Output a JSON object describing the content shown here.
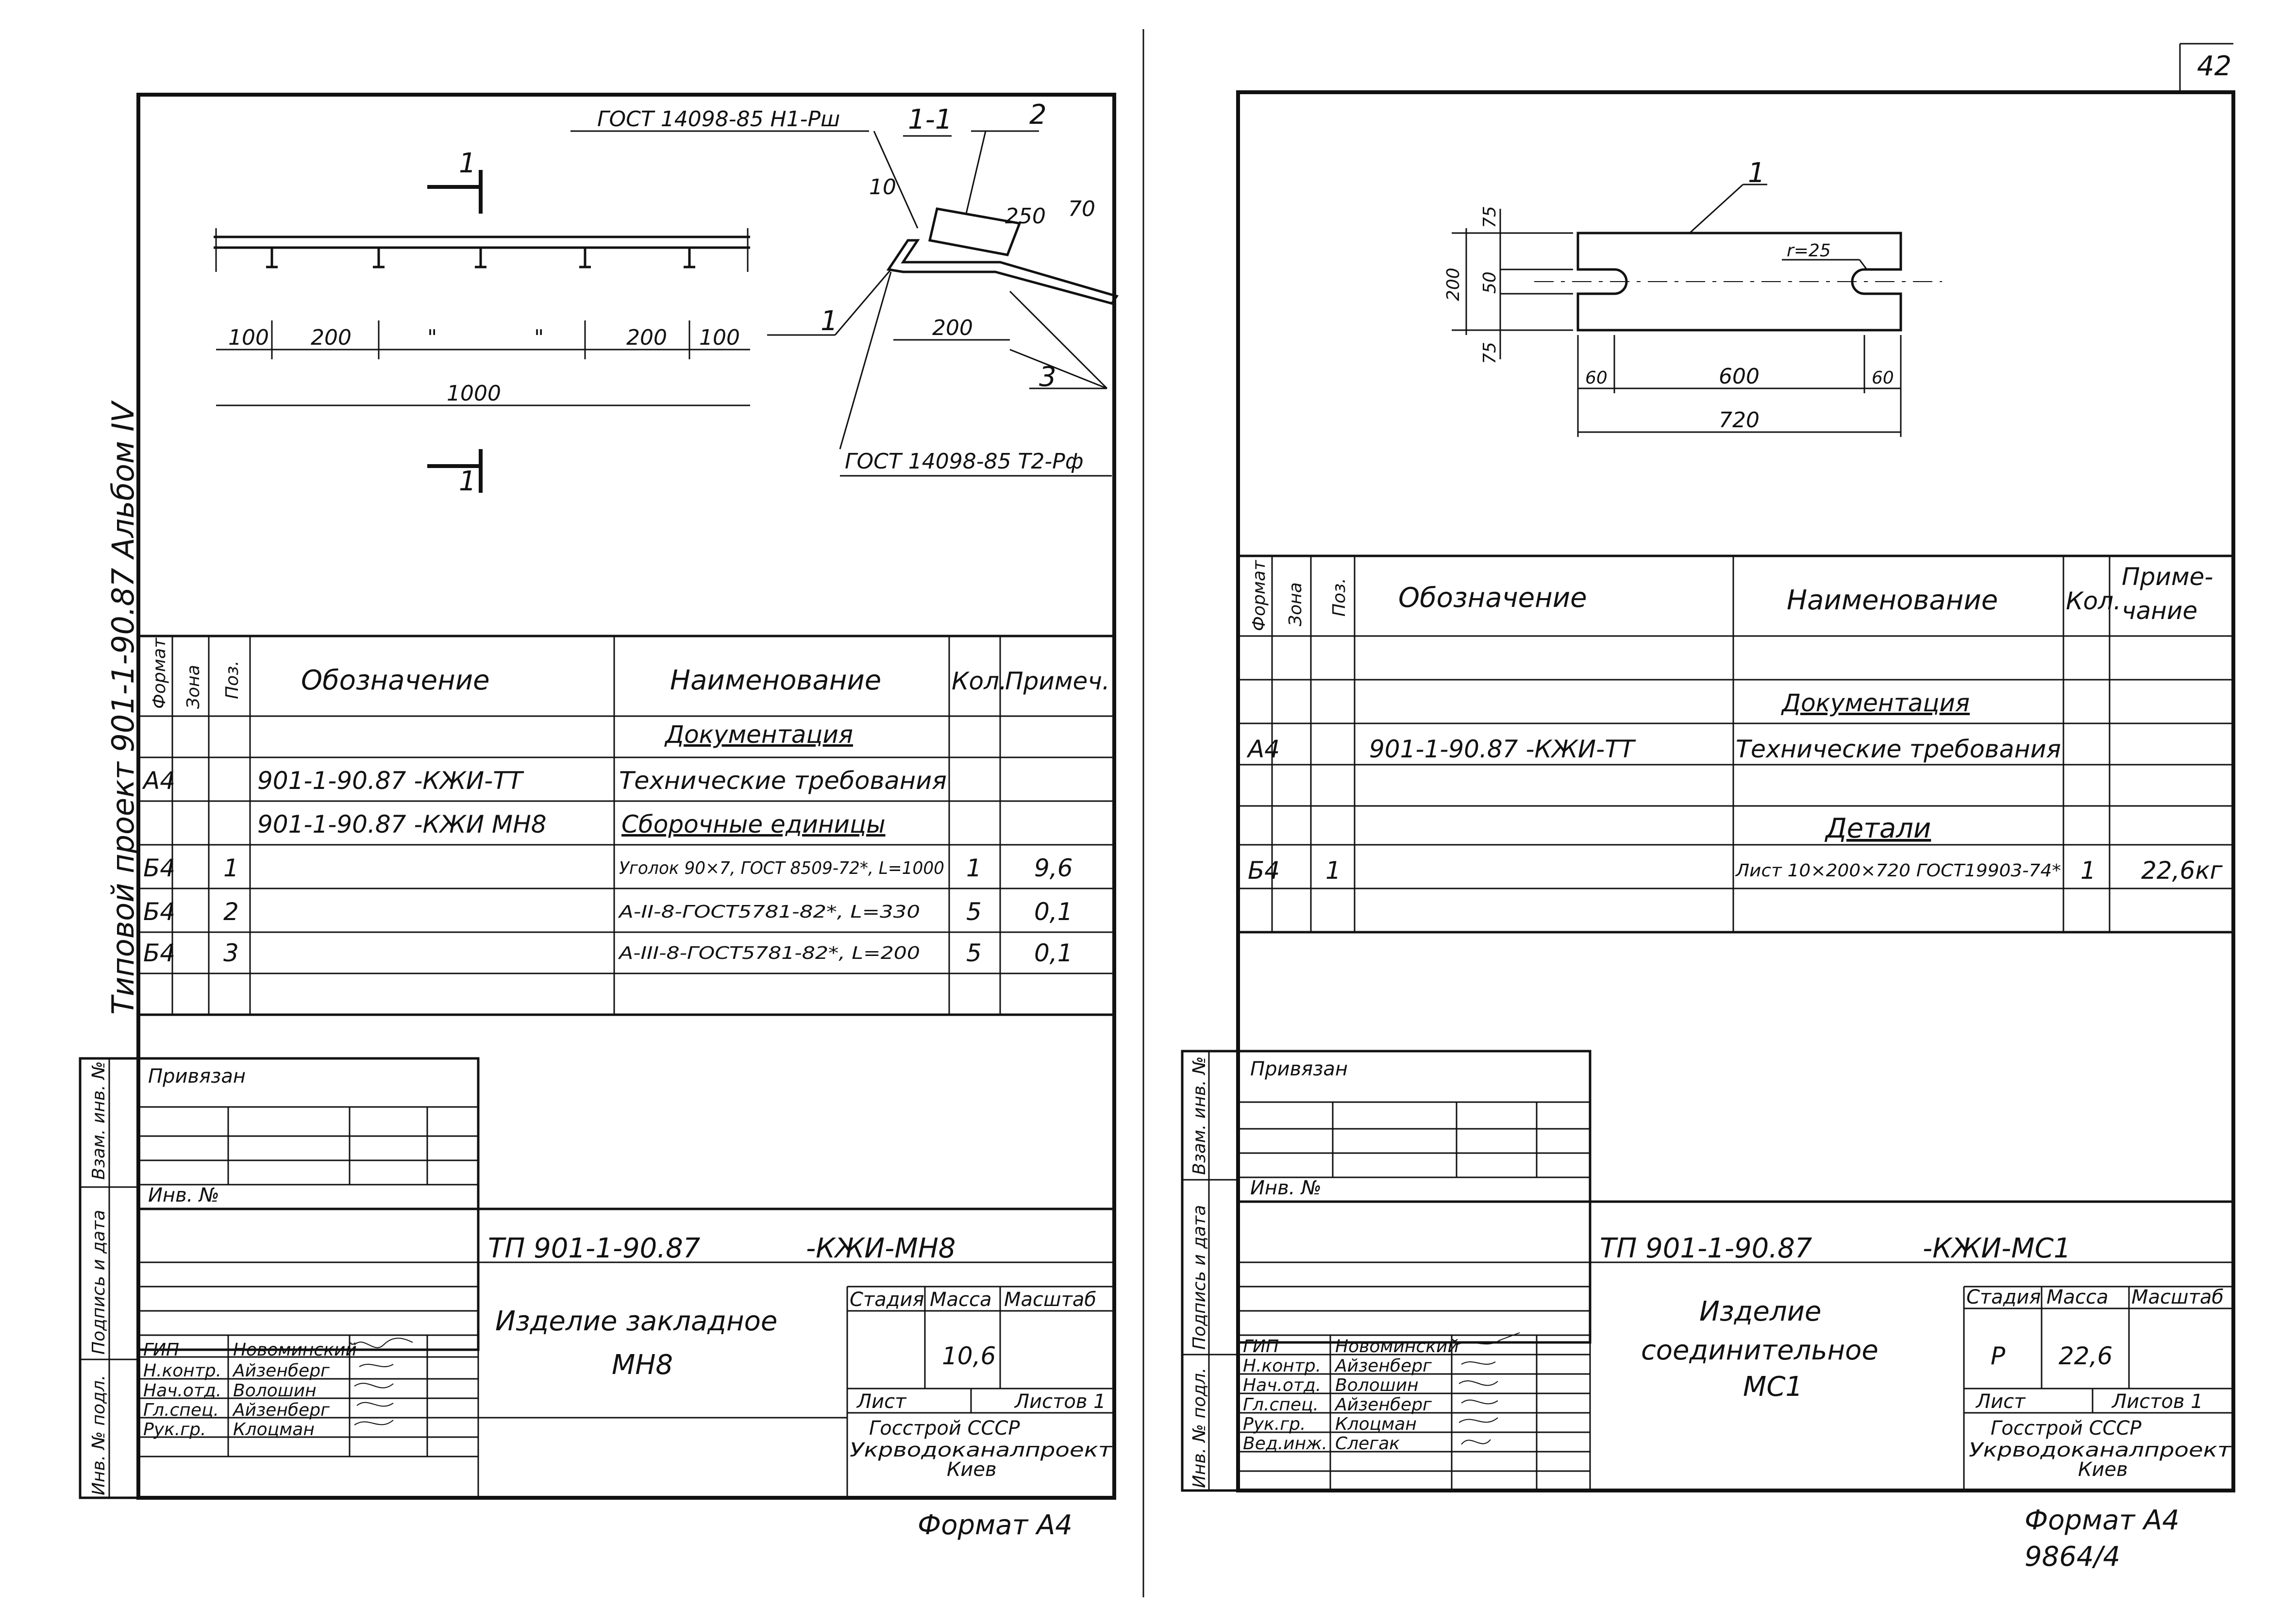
{
  "sheet_number": "42",
  "inventory_number": "9864/4",
  "left_sheet": {
    "side_title": "Типовой проект 901-1-90.87 Альбом IV",
    "drawing": {
      "section_mark": "1",
      "section_label": "1-1",
      "callout_top": "ГОСТ 14098-85 Н1-Рш",
      "callout_bottom": "ГОСТ 14098-85 Т2-Рф",
      "leader_1": "1",
      "leader_2": "2",
      "leader_3": "3",
      "dims": [
        "100",
        "200",
        "\"",
        "\"",
        "200",
        "100",
        "1000",
        "10",
        "250",
        "70",
        "200"
      ]
    },
    "spec_headers": {
      "format": "Формат",
      "zone": "Зона",
      "pos": "Поз.",
      "designation": "Обозначение",
      "name": "Наименование",
      "qty": "Кол.",
      "note": "Примеч."
    },
    "spec_rows": [
      {
        "format": "",
        "pos": "",
        "designation": "",
        "name": "Документация",
        "qty": "",
        "note": ""
      },
      {
        "format": "А4",
        "pos": "",
        "designation": "901-1-90.87 -КЖИ-ТТ",
        "name": "Технические требования",
        "qty": "",
        "note": ""
      },
      {
        "format": "",
        "pos": "",
        "designation": "901-1-90.87 -КЖИ МН8",
        "name": "Сборочные единицы",
        "qty": "",
        "note": ""
      },
      {
        "format": "Б4",
        "pos": "1",
        "designation": "",
        "name": "Уголок 90×7, ГОСТ 8509-72*, L=1000",
        "qty": "1",
        "note": "9,6"
      },
      {
        "format": "Б4",
        "pos": "2",
        "designation": "",
        "name": "А-II-8-ГОСТ5781-82*, L=330",
        "qty": "5",
        "note": "0,1"
      },
      {
        "format": "Б4",
        "pos": "3",
        "designation": "",
        "name": "А-III-8-ГОСТ5781-82*, L=200",
        "qty": "5",
        "note": "0,1"
      }
    ],
    "side_stamp": {
      "attached": "Привязан",
      "inv_no": "Инв. №",
      "col_1": "Инв. № подл.",
      "col_2": "Подпись и дата",
      "col_3": "Взам. инв. №"
    },
    "title_block": {
      "code": "ТП 901-1-90.87",
      "code_suffix": "-КЖИ-МН8",
      "product_line1": "Изделие закладное",
      "product_line2": "МН8",
      "stage_label": "Стадия",
      "mass_label": "Масса",
      "scale_label": "Масштаб",
      "stage": "",
      "mass": "10,6",
      "sheet_label": "Лист",
      "sheets_label": "Листов 1",
      "org_line1": "Госстрой СССР",
      "org_line2": "Укрводоканалпроект",
      "org_line3": "Киев",
      "roles": [
        {
          "role": "ГИП",
          "name": "Новоминский"
        },
        {
          "role": "Н.контр.",
          "name": "Айзенберг"
        },
        {
          "role": "Нач.отд.",
          "name": "Волошин"
        },
        {
          "role": "Гл.спец.",
          "name": "Айзенберг"
        },
        {
          "role": "Рук.гр.",
          "name": "Клоцман"
        }
      ]
    },
    "format_note": "Формат А4"
  },
  "right_sheet": {
    "drawing": {
      "leader_1": "1",
      "radius": "r=25",
      "dims": [
        "75",
        "200",
        "50",
        "75",
        "60",
        "600",
        "60",
        "720"
      ]
    },
    "spec_headers": {
      "format": "Формат",
      "zone": "Зона",
      "pos": "Поз.",
      "designation": "Обозначение",
      "name": "Наименование",
      "qty": "Кол.",
      "note_line1": "Приме-",
      "note_line2": "чание"
    },
    "spec_rows": [
      {
        "format": "",
        "pos": "",
        "designation": "",
        "name": "Документация",
        "qty": "",
        "note": ""
      },
      {
        "format": "А4",
        "pos": "",
        "designation": "901-1-90.87 -КЖИ-ТТ",
        "name": "Технические требования",
        "qty": "",
        "note": ""
      },
      {
        "format": "",
        "pos": "",
        "designation": "",
        "name": "Детали",
        "qty": "",
        "note": ""
      },
      {
        "format": "Б4",
        "pos": "1",
        "designation": "",
        "name": "Лист 10×200×720 ГОСТ19903-74*",
        "qty": "1",
        "note": "22,6кг"
      }
    ],
    "side_stamp": {
      "attached": "Привязан",
      "inv_no": "Инв. №",
      "col_1": "Инв. № подл.",
      "col_2": "Подпись и дата",
      "col_3": "Взам. инв. №"
    },
    "title_block": {
      "code": "ТП 901-1-90.87",
      "code_suffix": "-КЖИ-МС1",
      "product_line1": "Изделие",
      "product_line2": "соединительное",
      "product_line3": "МС1",
      "stage_label": "Стадия",
      "mass_label": "Масса",
      "scale_label": "Масштаб",
      "stage": "Р",
      "mass": "22,6",
      "sheet_label": "Лист",
      "sheets_label": "Листов 1",
      "org_line1": "Госстрой СССР",
      "org_line2": "Укрводоканалпроект",
      "org_line3": "Киев",
      "roles": [
        {
          "role": "ГИП",
          "name": "Новоминский"
        },
        {
          "role": "Н.контр.",
          "name": "Айзенберг"
        },
        {
          "role": "Нач.отд.",
          "name": "Волошин"
        },
        {
          "role": "Гл.спец.",
          "name": "Айзенберг"
        },
        {
          "role": "Рук.гр.",
          "name": "Клоцман"
        },
        {
          "role": "Вед.инж.",
          "name": "Слегак"
        }
      ]
    },
    "format_note": "Формат А4"
  }
}
